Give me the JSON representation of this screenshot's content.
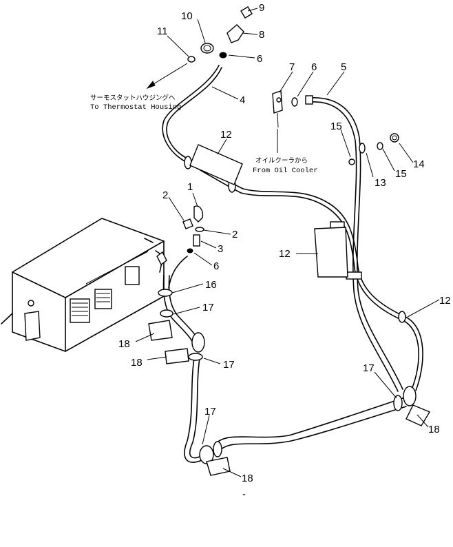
{
  "callouts": {
    "c1": "1",
    "c2a": "2",
    "c2b": "2",
    "c3": "3",
    "c4": "4",
    "c5": "5",
    "c6a": "6",
    "c6b": "6",
    "c6c": "6",
    "c7": "7",
    "c8": "8",
    "c9": "9",
    "c10": "10",
    "c11": "11",
    "c12a": "12",
    "c12b": "12",
    "c12c": "12",
    "c13": "13",
    "c14": "14",
    "c15a": "15",
    "c15b": "15",
    "c16": "16",
    "c17a": "17",
    "c17b": "17",
    "c17c": "17",
    "c17d": "17",
    "c18a": "18",
    "c18b": "18",
    "c18c": "18",
    "c18d": "18"
  },
  "notes": {
    "thermostat_jp": "サーモスタットハウジングへ",
    "thermostat_en": "To Thermostat Housing",
    "oilcooler_jp": "オイルクーラから",
    "oilcooler_en": "From Oil Cooler"
  },
  "page_mark": "-"
}
